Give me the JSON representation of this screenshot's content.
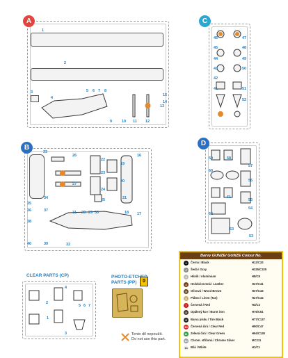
{
  "sprues": {
    "A": {
      "letter": "A"
    },
    "B": {
      "letter": "B"
    },
    "C": {
      "letter": "C"
    },
    "D": {
      "letter": "D"
    }
  },
  "part_numbers": {
    "a": [
      "1",
      "2",
      "3",
      "4",
      "5",
      "6",
      "7",
      "8",
      "9",
      "10",
      "11",
      "12",
      "13",
      "14",
      "15"
    ],
    "b": [
      "16",
      "17",
      "18",
      "19",
      "20",
      "21",
      "22",
      "23",
      "24",
      "25",
      "26",
      "27",
      "28",
      "29",
      "30",
      "31",
      "32",
      "33",
      "34",
      "35",
      "36",
      "37",
      "38",
      "39",
      "40"
    ],
    "c": [
      "41",
      "42",
      "43",
      "44",
      "45",
      "46",
      "47",
      "48",
      "49",
      "50",
      "51",
      "52"
    ],
    "d": [
      "53",
      "54",
      "55",
      "56",
      "57",
      "58",
      "59",
      "60",
      "61",
      "62",
      "63"
    ]
  },
  "clear_parts": {
    "title": "CLEAR PARTS (CP)",
    "numbers": [
      "1",
      "2",
      "3",
      "4",
      "5",
      "6",
      "7"
    ]
  },
  "photo_etched": {
    "title_line1": "PHOTO-ETCHED",
    "title_line2": "PARTS (PP)",
    "badge": "0"
  },
  "note": {
    "line1": "Tento díl nepoužít.",
    "line2": "Do not use this part."
  },
  "legend": {
    "title": "Barvy GUNZE/ GUNZE Colour No.",
    "rows": [
      {
        "n": "1",
        "name": "Černá / Black",
        "code": "H12/C33",
        "color": "#111111"
      },
      {
        "n": "2",
        "name": "Šedá / Gray",
        "code": "H325/C325",
        "color": "#8c8c8c"
      },
      {
        "n": "3",
        "name": "Hliník / Aluminium",
        "code": "H8/C8",
        "color": "#b9b9b9"
      },
      {
        "n": "4",
        "name": "Hnědočervená / Leather",
        "code": "H47/C41",
        "color": "#7a3b1e"
      },
      {
        "n": "5",
        "name": "Olivová / Wood Brown",
        "code": "H37/C43",
        "color": "#6b4d2b"
      },
      {
        "n": "6",
        "name": "Plátno / Linen (Tan)",
        "code": "H27/C44",
        "color": "#c9b07a"
      },
      {
        "n": "7",
        "name": "Červená / Red",
        "code": "H3/C3",
        "color": "#c81e1e"
      },
      {
        "n": "8",
        "name": "Opálený kov / Burnt iron",
        "code": "H76/C61",
        "color": "#4a3a30"
      },
      {
        "n": "9",
        "name": "Barva písku / Tire Black",
        "code": "H77/C137",
        "color": "#2a2a2a"
      },
      {
        "n": "10",
        "name": "Červená čirá / Clear Red",
        "code": "H90/C47",
        "color": "#d8282d"
      },
      {
        "n": "11",
        "name": "Zelená čirá / Clear Green",
        "code": "H94/C138",
        "color": "#2e9a42"
      },
      {
        "n": "12",
        "name": "Chrom. stříbrná / Chrome Silver",
        "code": "MC211",
        "color": "#9aa3aa"
      },
      {
        "n": "13",
        "name": "Bílá / White",
        "code": "H1/C1",
        "color": "#eeeeee"
      }
    ]
  }
}
